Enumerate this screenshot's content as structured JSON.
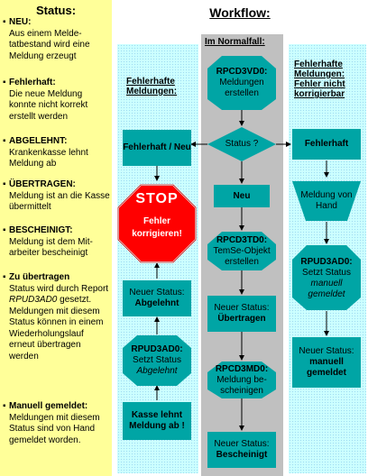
{
  "status_panel": {
    "title": "Status:",
    "bullet": "▪",
    "items": [
      {
        "name": "NEU:",
        "desc": "Aus einem Melde-tatbestand wird eine Meldung erzeugt"
      },
      {
        "name": "Fehlerhaft:",
        "desc": "Die neue Meldung konnte nicht korrekt erstellt  werden"
      },
      {
        "name": "ABGELEHNT:",
        "desc": "Krankenkasse lehnt Meldung ab"
      },
      {
        "name": "ÜBERTRAGEN:",
        "desc": "Meldung ist an die Kasse  übermittelt"
      },
      {
        "name": "BESCHEINIGT:",
        "desc": "Meldung ist dem Mit-arbeiter bescheinigt"
      },
      {
        "name": "Zu übertragen",
        "desc_pre": "Status wird durch Report ",
        "desc_italic": "RPUD3AD0",
        "desc_post": " gesetzt. Meldungen mit diesem Status können in einem Wiederholungslauf erneut übertragen werden"
      },
      {
        "name": "Manuell gemeldet:",
        "desc": "Meldungen mit diesem Status sind von Hand gemeldet worden."
      }
    ]
  },
  "workflow": {
    "title": "Workflow:",
    "left": {
      "header": "Fehlerhafte Meldungen:",
      "box_fehlerhaft": "Fehlerhaft / Neu",
      "stop_sign": {
        "title": "STOP",
        "line1": "Fehler",
        "line2": "korrigieren!"
      },
      "box_status_label": "Neuer Status:",
      "box_status_value": "Abgelehnt",
      "box_report_name": "RPUD3AD0:",
      "box_report_line": "Setzt Status",
      "box_report_italic": "Abgelehnt",
      "box_kasse": "Kasse lehnt Meldung ab !"
    },
    "middle": {
      "header": "Im Normalfall:",
      "box_create_name": "RPCD3VD0:",
      "box_create_desc": "Meldungen erstellen",
      "decision": "Status ?",
      "box_neu": "Neu",
      "box_tse_name": "RPCD3TD0:",
      "box_tse_desc": "TemSe-Objekt erstellen",
      "box_uebertragen_label": "Neuer Status:",
      "box_uebertragen_value": "Übertragen",
      "box_md_name": "RPCD3MD0:",
      "box_md_desc": "Meldung be-scheinigen",
      "box_bescheinigt_label": "Neuer Status:",
      "box_bescheinigt_value": "Bescheinigt"
    },
    "right": {
      "header": "Fehlerhafte Meldungen: Fehler nicht korrigierbar",
      "box_fehlerhaft": "Fehlerhaft",
      "box_hand": "Meldung von Hand",
      "box_report_name": "RPUD3AD0:",
      "box_report_line": "Setzt Status",
      "box_report_italic": "manuell gemeldet",
      "box_status_label": "Neuer Status:",
      "box_status_value": "manuell gemeldet"
    }
  },
  "colors": {
    "status_bg": "#ffff99",
    "box_teal": "#00a5a5",
    "column_bg": "#ccffff",
    "center_column": "#c0c0c0",
    "stop_red": "#ff0000"
  }
}
